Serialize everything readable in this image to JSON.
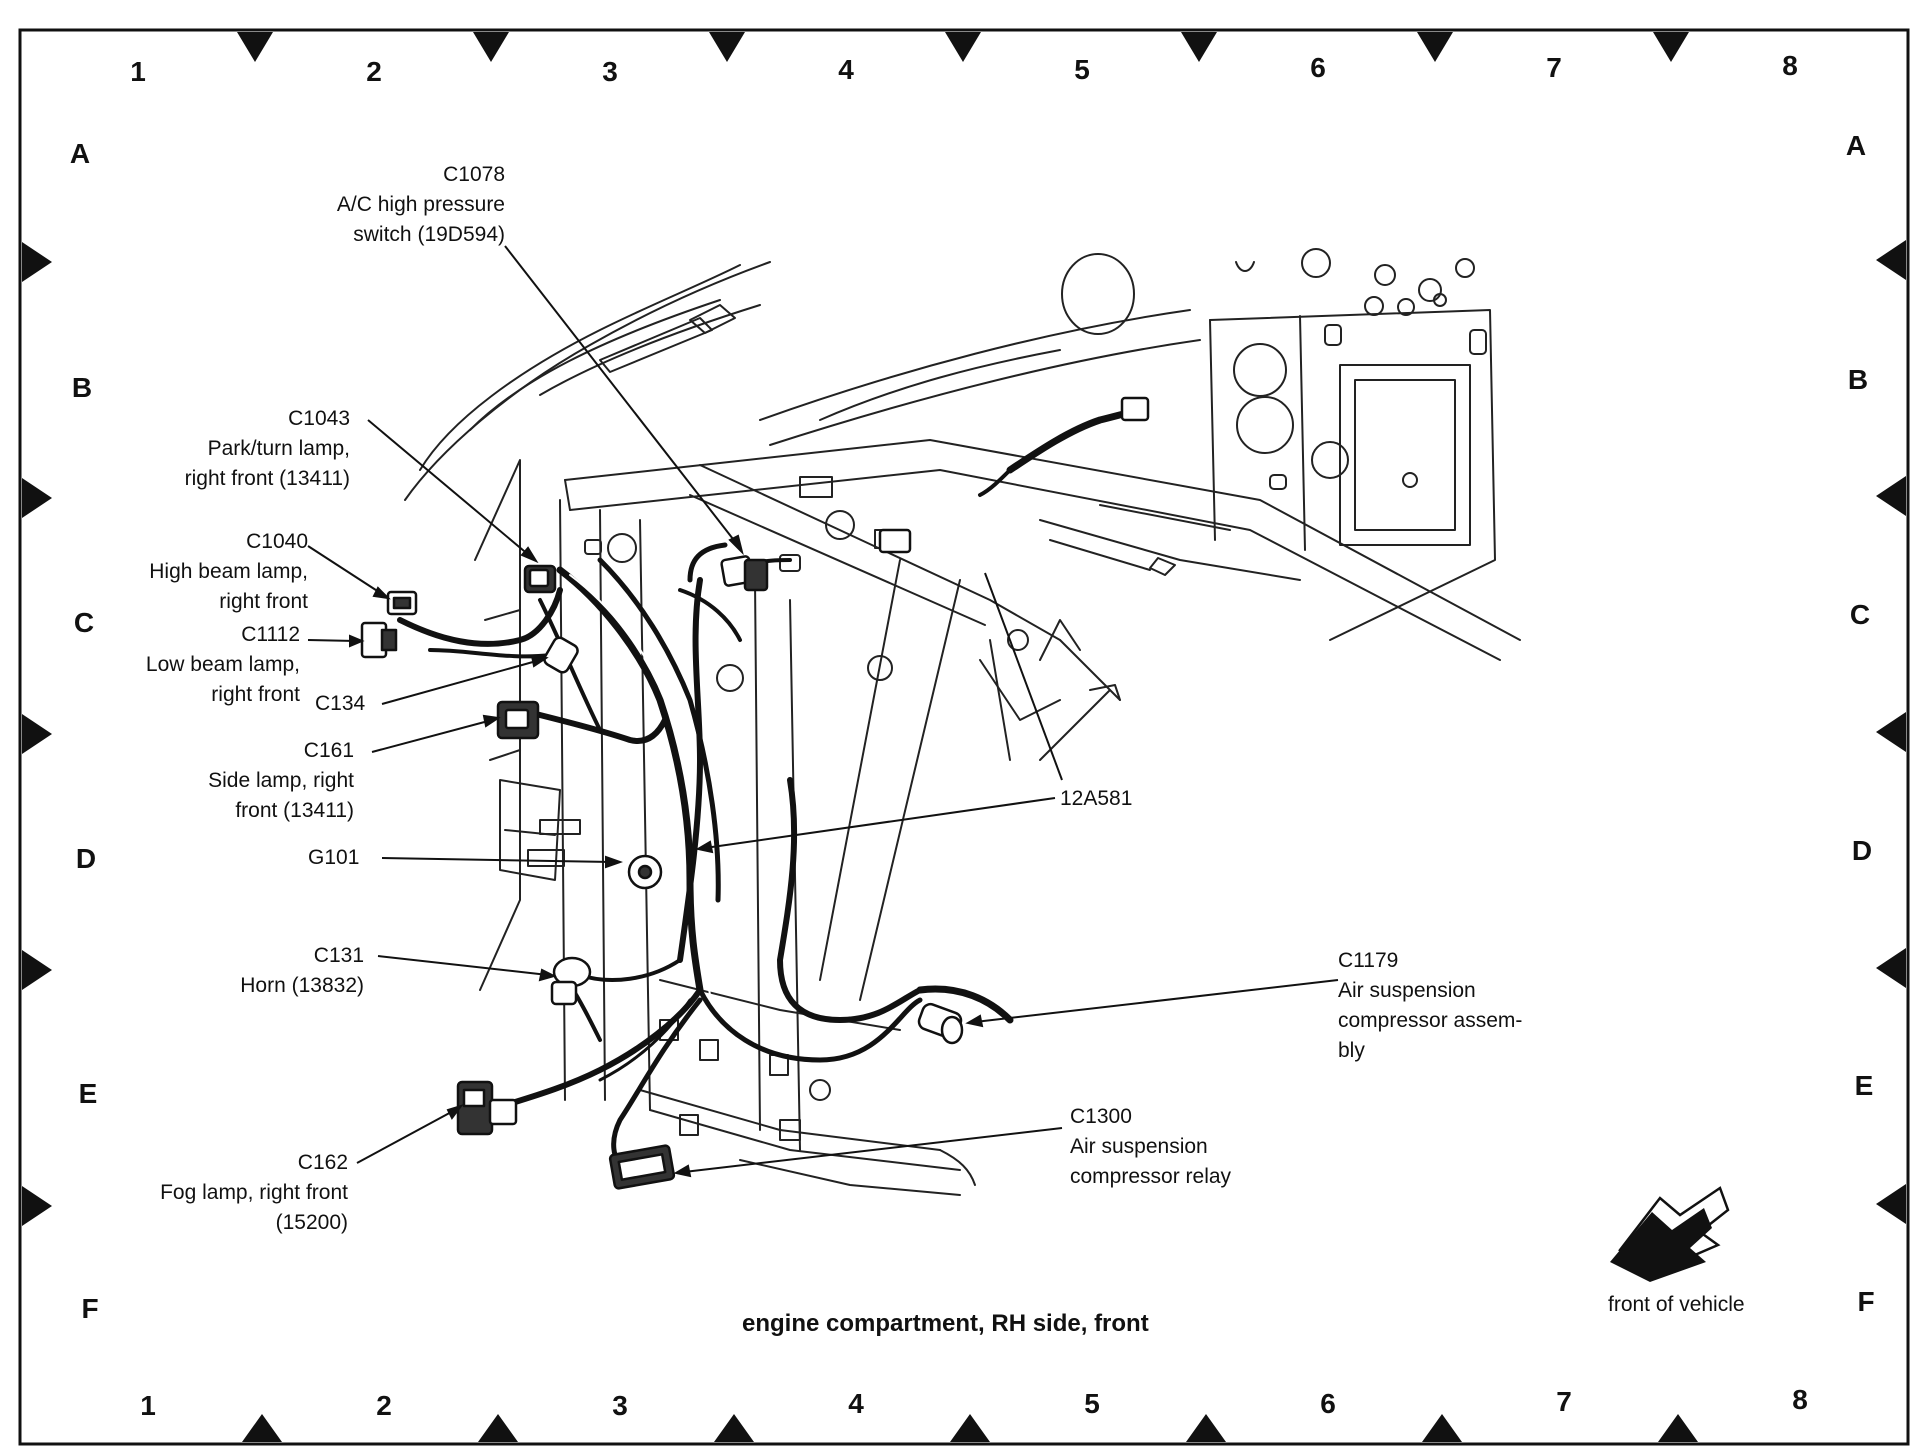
{
  "grid": {
    "columns": [
      "1",
      "2",
      "3",
      "4",
      "5",
      "6",
      "7",
      "8"
    ],
    "rows": [
      "A",
      "B",
      "C",
      "D",
      "E",
      "F"
    ]
  },
  "callouts": {
    "c1078": {
      "id": "C1078",
      "lines": [
        "A/C high pressure",
        "switch (19D594)"
      ]
    },
    "c1043": {
      "id": "C1043",
      "lines": [
        "Park/turn lamp,",
        "right front (13411)"
      ]
    },
    "c1040": {
      "id": "C1040",
      "lines": [
        "High beam lamp,",
        "right front"
      ]
    },
    "c1112": {
      "id": "C1112",
      "lines": [
        "Low beam lamp,",
        "right front"
      ]
    },
    "c134": {
      "id": "C134"
    },
    "c161": {
      "id": "C161",
      "lines": [
        "Side lamp, right",
        "front (13411)"
      ]
    },
    "g101": {
      "id": "G101"
    },
    "c131": {
      "id": "C131",
      "lines": [
        "Horn (13832)"
      ]
    },
    "c162": {
      "id": "C162",
      "lines": [
        "Fog lamp, right front",
        "(15200)"
      ]
    },
    "h12a581": {
      "id": "12A581"
    },
    "c1179": {
      "id": "C1179",
      "lines": [
        "Air suspension",
        "compressor assem-",
        "bly"
      ]
    },
    "c1300": {
      "id": "C1300",
      "lines": [
        "Air suspension",
        "compressor relay"
      ]
    }
  },
  "caption": "engine compartment, RH side, front",
  "direction_note": "front of vehicle",
  "colors": {
    "ink": "#111111",
    "paper": "#ffffff"
  }
}
